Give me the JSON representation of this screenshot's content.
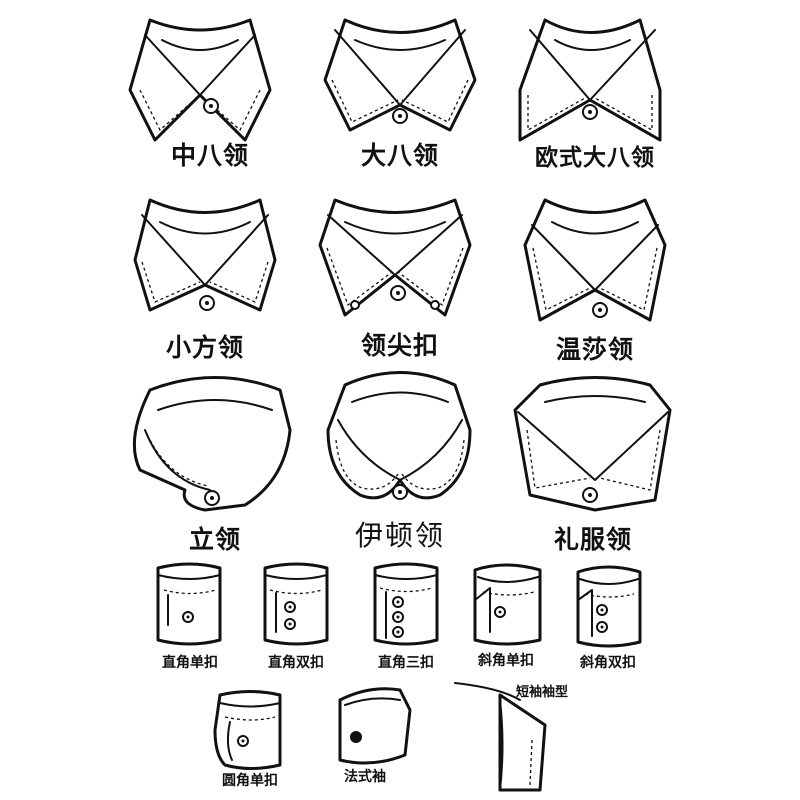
{
  "collars": [
    {
      "label": "中八领"
    },
    {
      "label": "大八领"
    },
    {
      "label": "欧式大八领"
    },
    {
      "label": "小方领"
    },
    {
      "label": "领尖扣"
    },
    {
      "label": "温莎领"
    },
    {
      "label": "立领"
    },
    {
      "label": "伊顿领"
    },
    {
      "label": "礼服领"
    }
  ],
  "cuffs": [
    {
      "label": "直角单扣"
    },
    {
      "label": "直角双扣"
    },
    {
      "label": "直角三扣"
    },
    {
      "label": "斜角单扣"
    },
    {
      "label": "斜角双扣"
    },
    {
      "label": "圆角单扣"
    },
    {
      "label": "法式袖"
    }
  ],
  "sleeve": {
    "label": "短袖袖型"
  }
}
